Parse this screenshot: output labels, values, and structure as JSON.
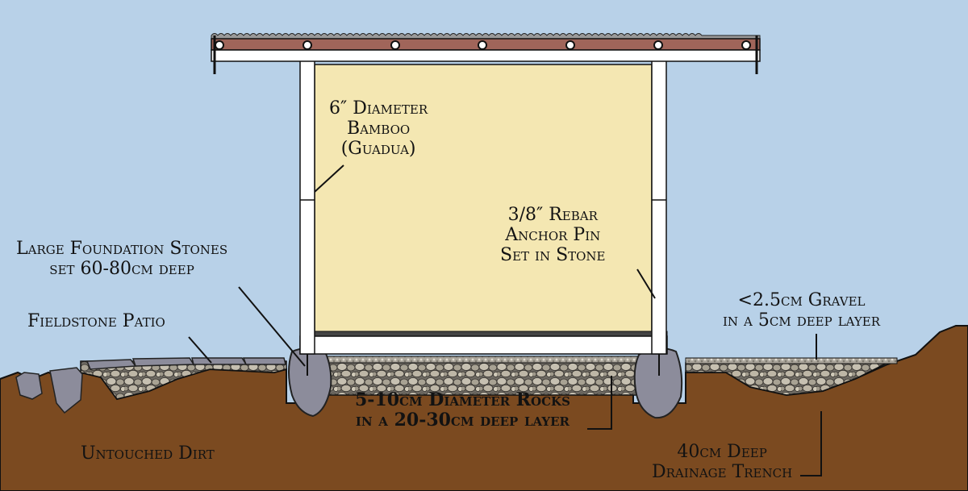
{
  "labels": {
    "bamboo": [
      "6″ Diameter",
      "Bamboo",
      "(Guadua)"
    ],
    "rebar": [
      "3/8″ Rebar",
      "Anchor Pin",
      "Set in Stone"
    ],
    "foundation": [
      "Large Foundation Stones",
      "set 60-80cm deep"
    ],
    "patio": "Fieldstone Patio",
    "gravel": [
      "<2.5cm Gravel",
      "in a 5cm deep layer"
    ],
    "rocks": [
      "5-10cm Diameter Rocks",
      "in a 20-30cm deep layer"
    ],
    "dirt": "Untouched Dirt",
    "trench": [
      "40cm Deep",
      "Drainage Trench"
    ]
  },
  "colors": {
    "sky": "#b8d1e8",
    "dirt": "#7b4a20",
    "wall_panel": "#f4e7b2",
    "bamboo": "#ffffff",
    "roof_beam": "#a0655a",
    "stone": "#8c8c9b",
    "rock_fill": "#b9b2a4",
    "outline": "#111111"
  }
}
